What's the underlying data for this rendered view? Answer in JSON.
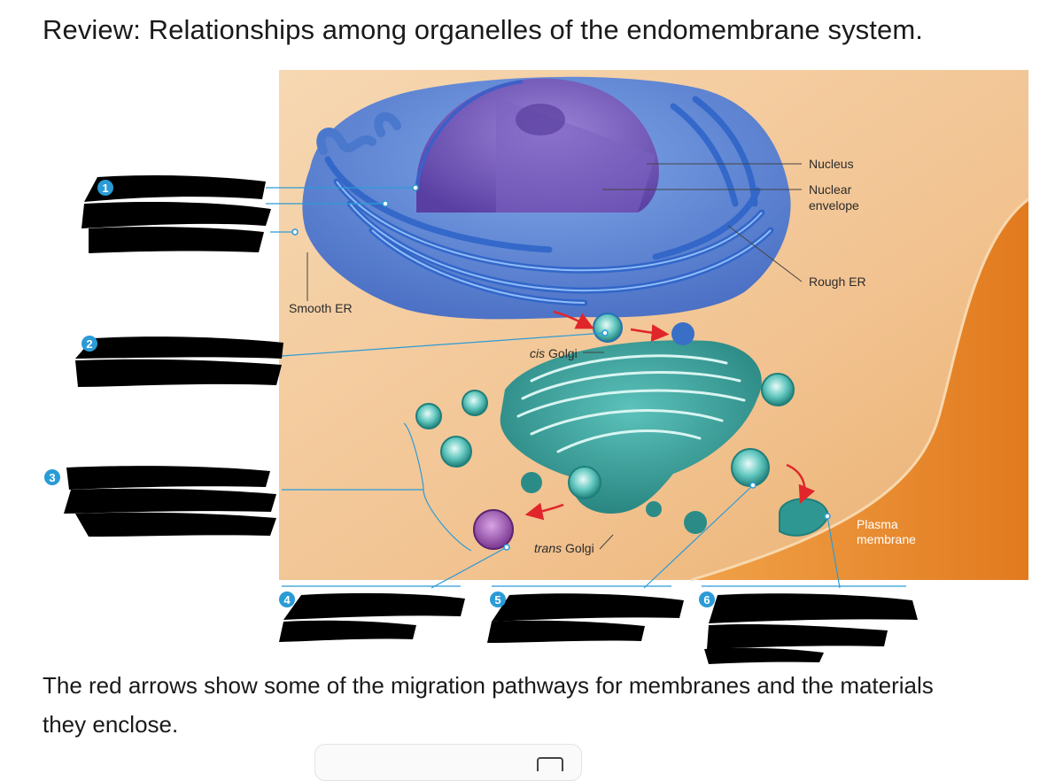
{
  "page": {
    "title": "Review: Relationships among organelles of the endomembrane system.",
    "caption": "The red arrows show some of the migration pathways for membranes and the materials they enclose."
  },
  "diagram": {
    "labels": {
      "nucleus": "Nucleus",
      "nuclear_envelope_1": "Nuclear",
      "nuclear_envelope_2": "envelope",
      "rough_er": "Rough ER",
      "smooth_er": "Smooth ER",
      "cis_golgi_italic": "cis",
      "cis_golgi_rest": " Golgi",
      "trans_golgi_italic": "trans",
      "trans_golgi_rest": " Golgi",
      "plasma_1": "Plasma",
      "plasma_2": "membrane"
    },
    "step_badges": [
      "1",
      "2",
      "3",
      "4",
      "5",
      "6"
    ]
  },
  "colors": {
    "accent_blue": "#2b9bd6",
    "arrow_red": "#e0262b",
    "golgi_teal": "#2e9a95",
    "er_blue": "#3c7fd0",
    "nucleus_purple": "#6a4fb0",
    "cytoplasm": "#f2c99a"
  }
}
